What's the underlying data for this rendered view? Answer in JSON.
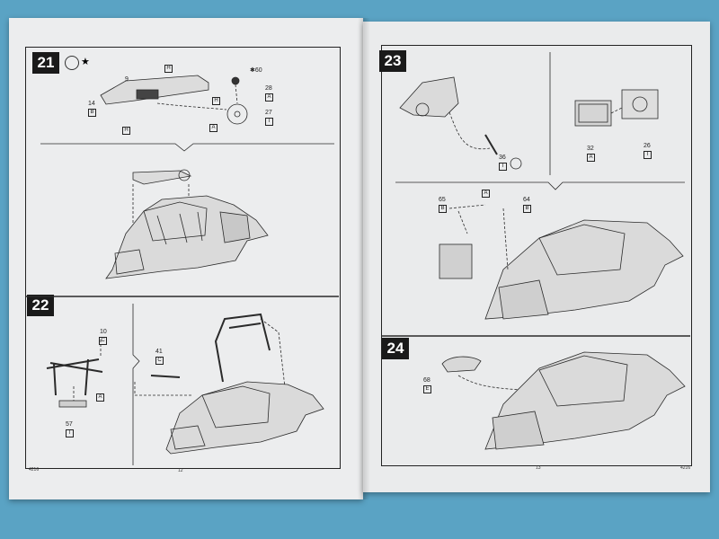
{
  "steps": {
    "s21": {
      "number": "21",
      "star": "★"
    },
    "s22": {
      "number": "22"
    },
    "s23": {
      "number": "23"
    },
    "s24": {
      "number": "24"
    }
  },
  "parts": {
    "p9": "9",
    "p14": "14",
    "p60": "✱60",
    "p28": "28",
    "p27": "27",
    "p10": "10",
    "p41": "41",
    "p57": "57",
    "p36": "36",
    "p32": "32",
    "p26": "26",
    "p65": "65",
    "p64": "64",
    "p68": "68"
  },
  "letters": {
    "H": "H",
    "B": "B",
    "A": "A",
    "I": "I",
    "C": "C",
    "E": "E"
  },
  "footer": {
    "left_code": "4216",
    "left_page": "12",
    "right_page": "13",
    "right_code": "4216"
  },
  "colors": {
    "background": "#5aa3c4",
    "paper": "#ecedee",
    "ink": "#222222"
  }
}
